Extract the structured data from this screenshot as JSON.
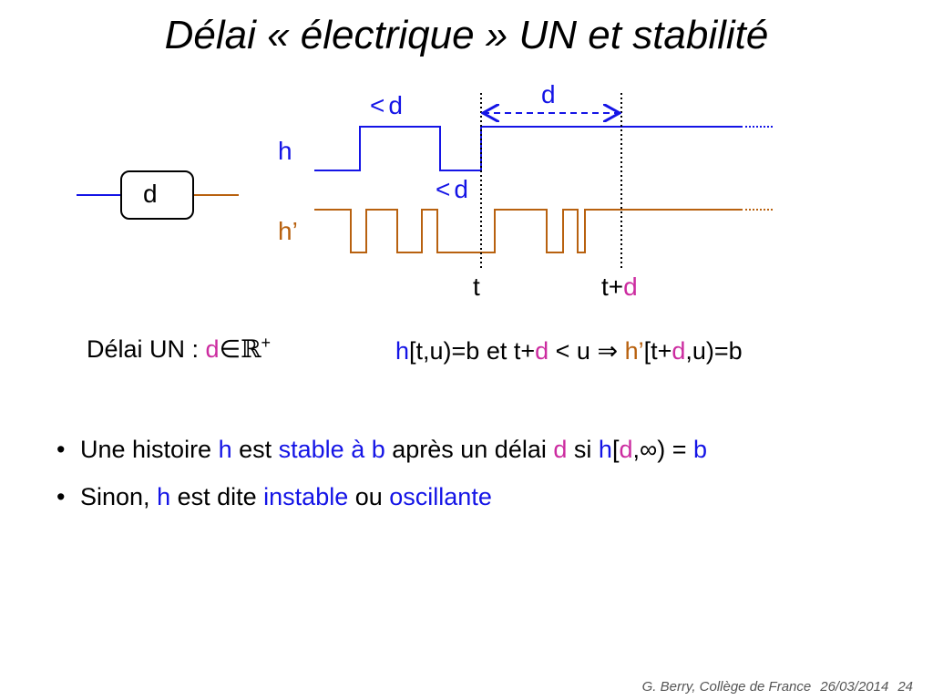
{
  "title": "Délai « électrique » UN et stabilité",
  "diagram": {
    "box_label": "d",
    "h_label": "h",
    "hprime_label": "h’",
    "lt_d_top_op": "<",
    "lt_d_top_d": "d",
    "lt_d_bottom_op": "<",
    "lt_d_bottom_d": "d",
    "span_d": "d",
    "t_label": "t",
    "tpd_t": "t",
    "tpd_plus": "+",
    "tpd_d": "d",
    "colors": {
      "h": "#1414e6",
      "hprime": "#b8610f",
      "d": "#cc2ca0"
    }
  },
  "delai": {
    "prefix": "Délai UN : ",
    "d": "d",
    "in": "∈",
    "set": "ℝ",
    "sup": "+"
  },
  "formula": {
    "h": "h",
    "p1": "[t,u)=b et t+",
    "d1": "d",
    "p2": " < u ⇒ ",
    "hp": "h’",
    "p3": "[t+",
    "d2": "d",
    "p4": ",u)=b"
  },
  "bullets": [
    {
      "t1": "Une histoire ",
      "h": "h",
      "t2": " est ",
      "stable": "stable à b",
      "t3": " après un délai ",
      "d": "d",
      "t4": " si ",
      "h2": "h",
      "t5": "[",
      "d2": "d",
      "t6": ",∞) = ",
      "b": "b"
    },
    {
      "t1": "Sinon, ",
      "h": "h",
      "t2": " est dite ",
      "instable": "instable",
      "t3": " ou ",
      "osc": "oscillante"
    }
  ],
  "footer": {
    "author": "G. Berry, Collège de France",
    "date": "26/03/2014",
    "page": "24"
  }
}
